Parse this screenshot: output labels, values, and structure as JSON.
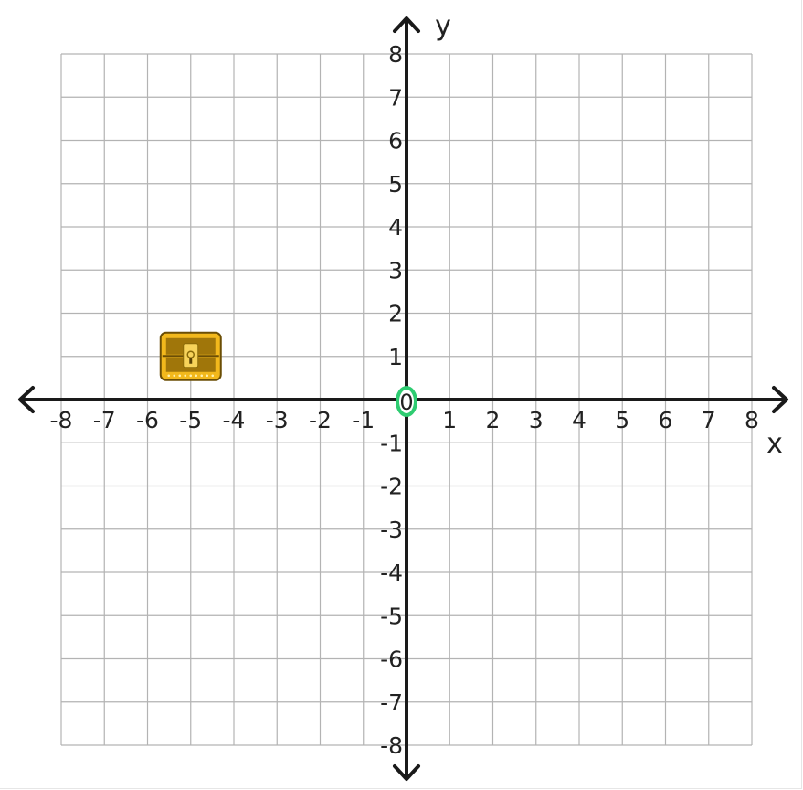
{
  "colors": {
    "grid": "#b3b3b3",
    "axis": "#1a1a1a",
    "origin_marker": "#2ecc71",
    "chest_body": "#a0760a",
    "chest_trim": "#f2b81c",
    "chest_lock": "#f7d35a"
  },
  "chart_data": {
    "type": "scatter",
    "xlabel": "x",
    "ylabel": "y",
    "xlim": [
      -8,
      8
    ],
    "ylim": [
      -8,
      8
    ],
    "grid": true,
    "x_ticks": [
      "-8",
      "-7",
      "-6",
      "-5",
      "-4",
      "-3",
      "-2",
      "-1",
      "1",
      "2",
      "3",
      "4",
      "5",
      "6",
      "7",
      "8"
    ],
    "y_ticks": [
      "8",
      "7",
      "6",
      "5",
      "4",
      "3",
      "2",
      "1",
      "-1",
      "-2",
      "-3",
      "-4",
      "-5",
      "-6",
      "-7",
      "-8"
    ],
    "origin_label": "0",
    "points": [
      {
        "icon": "treasure-chest-icon",
        "x": -5,
        "y": 1
      }
    ]
  }
}
